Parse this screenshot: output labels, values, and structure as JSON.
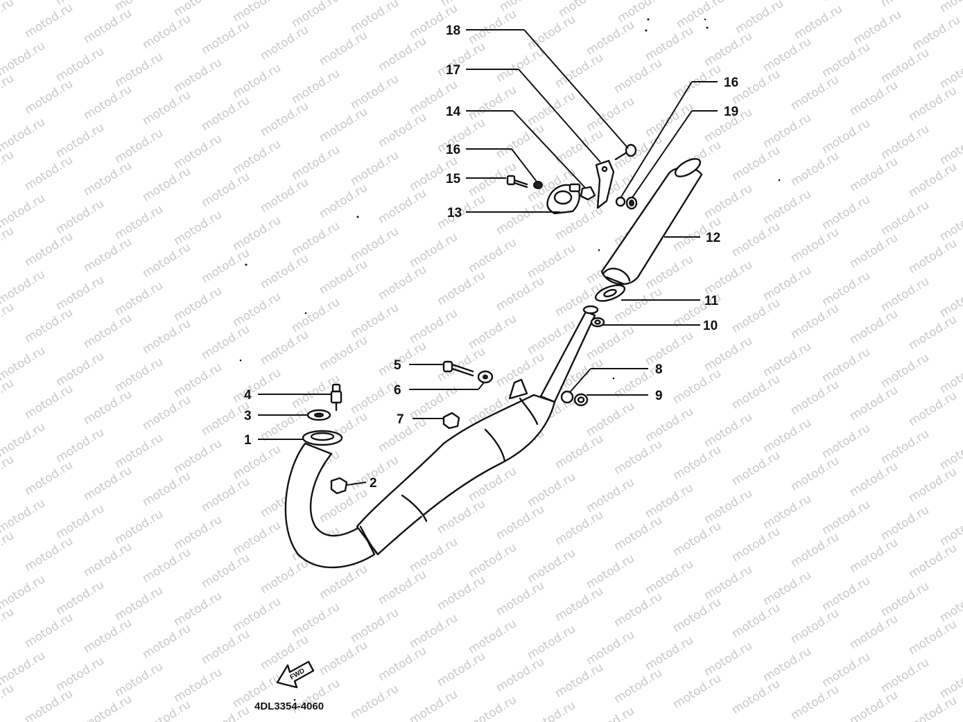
{
  "watermark_text": "motod.ru",
  "diagram_code": "4DL3354-4060",
  "forward_arrow_label": "FWD",
  "callouts": [
    {
      "id": "18",
      "label": "18"
    },
    {
      "id": "17",
      "label": "17"
    },
    {
      "id": "14",
      "label": "14"
    },
    {
      "id": "16a",
      "label": "16"
    },
    {
      "id": "15",
      "label": "15"
    },
    {
      "id": "13",
      "label": "13"
    },
    {
      "id": "16b",
      "label": "16"
    },
    {
      "id": "19",
      "label": "19"
    },
    {
      "id": "12",
      "label": "12"
    },
    {
      "id": "11",
      "label": "11"
    },
    {
      "id": "10",
      "label": "10"
    },
    {
      "id": "5",
      "label": "5"
    },
    {
      "id": "6",
      "label": "6"
    },
    {
      "id": "8",
      "label": "8"
    },
    {
      "id": "9",
      "label": "9"
    },
    {
      "id": "4",
      "label": "4"
    },
    {
      "id": "3",
      "label": "3"
    },
    {
      "id": "7",
      "label": "7"
    },
    {
      "id": "1",
      "label": "1"
    },
    {
      "id": "2",
      "label": "2"
    }
  ]
}
